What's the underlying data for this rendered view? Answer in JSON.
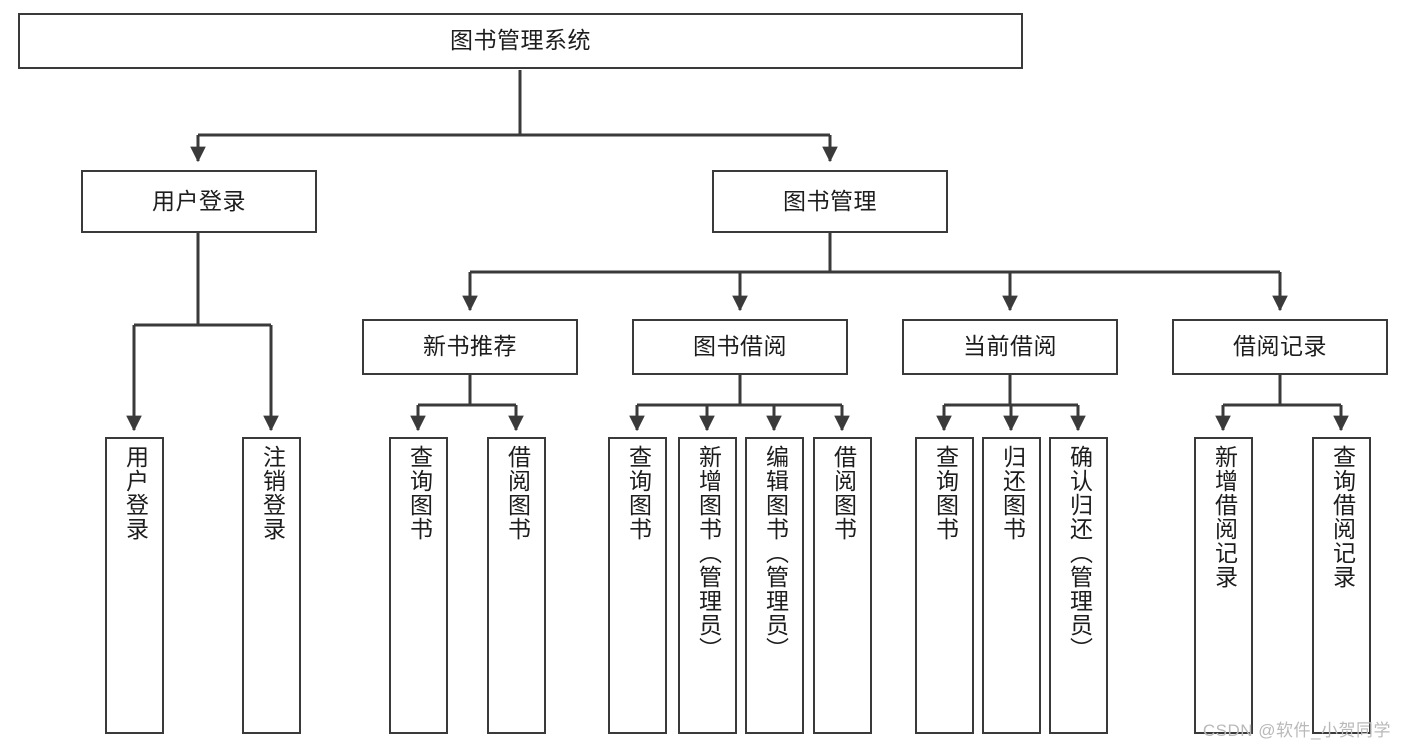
{
  "diagram": {
    "title": "图书管理系统",
    "type": "tree",
    "levels": 4,
    "edge_color": "#3a3a3a",
    "box_border_color": "#3a3a3a",
    "box_fill_color": "#ffffff",
    "text_color": "#1d1d1d"
  },
  "nodes": {
    "root": {
      "label": "图书管理系统"
    },
    "level1": [
      {
        "id": "user-login",
        "label": "用户登录"
      },
      {
        "id": "book-management",
        "label": "图书管理"
      }
    ],
    "level2": [
      {
        "id": "new-book-recommend",
        "label": "新书推荐"
      },
      {
        "id": "book-borrow",
        "label": "图书借阅"
      },
      {
        "id": "current-borrow",
        "label": "当前借阅"
      },
      {
        "id": "borrow-record",
        "label": "借阅记录"
      }
    ],
    "leaves": {
      "user_login": [
        {
          "id": "leaf-user-login",
          "label": "用户登录"
        },
        {
          "id": "leaf-logout-login",
          "label": "注销登录"
        }
      ],
      "new_book_recommend": [
        {
          "id": "leaf-query-book-1",
          "label": "查询图书"
        },
        {
          "id": "leaf-borrow-book-1",
          "label": "借阅图书"
        }
      ],
      "book_borrow": [
        {
          "id": "leaf-query-book-2",
          "label": "查询图书"
        },
        {
          "id": "leaf-add-book",
          "label": "新增图书（管理员）"
        },
        {
          "id": "leaf-edit-book",
          "label": "编辑图书（管理员）"
        },
        {
          "id": "leaf-borrow-book-2",
          "label": "借阅图书"
        }
      ],
      "current_borrow": [
        {
          "id": "leaf-query-book-3",
          "label": "查询图书"
        },
        {
          "id": "leaf-return-book",
          "label": "归还图书"
        },
        {
          "id": "leaf-confirm-return",
          "label": "确认归还（管理员）"
        }
      ],
      "borrow_record": [
        {
          "id": "leaf-add-record",
          "label": "新增借阅记录"
        },
        {
          "id": "leaf-query-record",
          "label": "查询借阅记录"
        }
      ]
    }
  },
  "watermark": {
    "text": "CSDN @软件_小贺同学"
  }
}
